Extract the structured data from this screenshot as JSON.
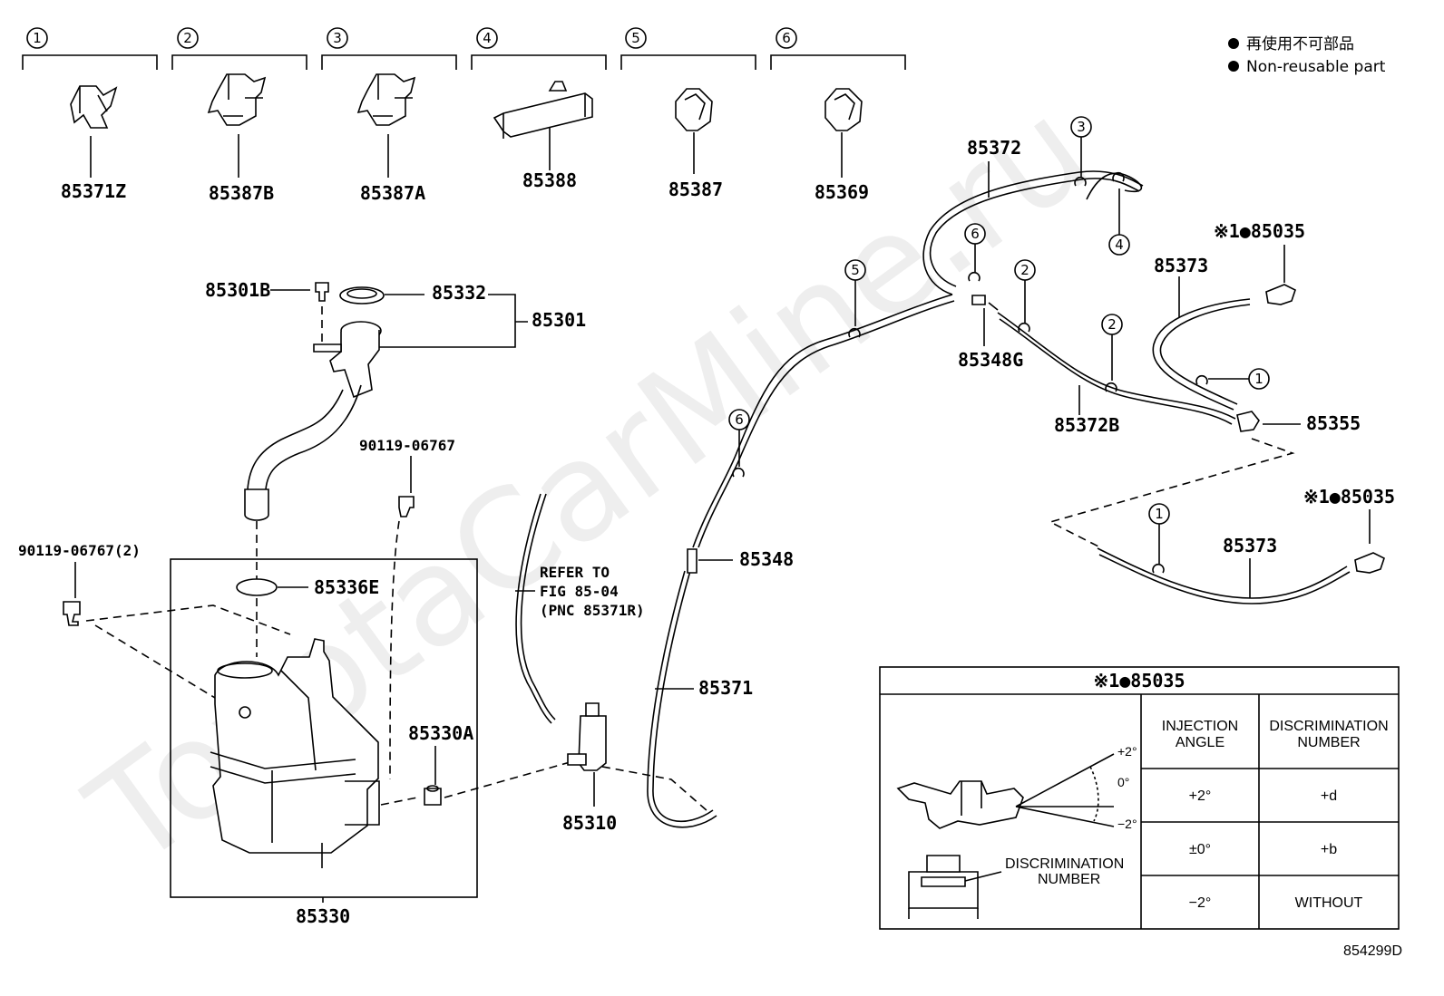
{
  "legend": {
    "line1": "再使用不可部品",
    "line2": "Non-reusable part"
  },
  "clip_groups": [
    {
      "num": "1",
      "part": "85371Z"
    },
    {
      "num": "2",
      "part": "85387B"
    },
    {
      "num": "3",
      "part": "85387A"
    },
    {
      "num": "4",
      "part": "85388"
    },
    {
      "num": "5",
      "part": "85387"
    },
    {
      "num": "6",
      "part": "85369"
    }
  ],
  "parts": {
    "p85301B": "85301B",
    "p85332": "85332",
    "p85301": "85301",
    "p90119_06767": "90119-06767",
    "p90119_06767_2": "90119-06767(2)",
    "p85336E": "85336E",
    "p85330A": "85330A",
    "p85330": "85330",
    "p85310": "85310",
    "p85371": "85371",
    "p85348": "85348",
    "p85372": "85372",
    "p85348G": "85348G",
    "p85372B": "85372B",
    "p85373a": "85373",
    "p85373b": "85373",
    "p85355": "85355",
    "p85035a": "※1●85035",
    "p85035b": "※1●85035"
  },
  "refer_note": [
    "REFER TO",
    "FIG 85-04",
    "(PNC 85371R)"
  ],
  "callouts": {
    "c3": "3",
    "c4": "4",
    "c6a": "6",
    "c5": "5",
    "c2a": "2",
    "c2b": "2",
    "c1a": "1",
    "c6b": "6",
    "c1b": "1"
  },
  "table": {
    "title": "※1●85035",
    "col1": [
      "INJECTION",
      "ANGLE"
    ],
    "col2": [
      "DISCRIMINATION",
      "NUMBER"
    ],
    "rows": [
      {
        "angle": "+2°",
        "disc": "+d"
      },
      {
        "angle": "±0°",
        "disc": "+b"
      },
      {
        "angle": "−2°",
        "disc": "WITHOUT"
      }
    ],
    "angle_labels": [
      "+2°",
      "0°",
      "−2°"
    ],
    "disc_label": [
      "DISCRIMINATION",
      "NUMBER"
    ]
  },
  "figure_id": "854299D",
  "watermark": "ToyotaCarMine.ru"
}
